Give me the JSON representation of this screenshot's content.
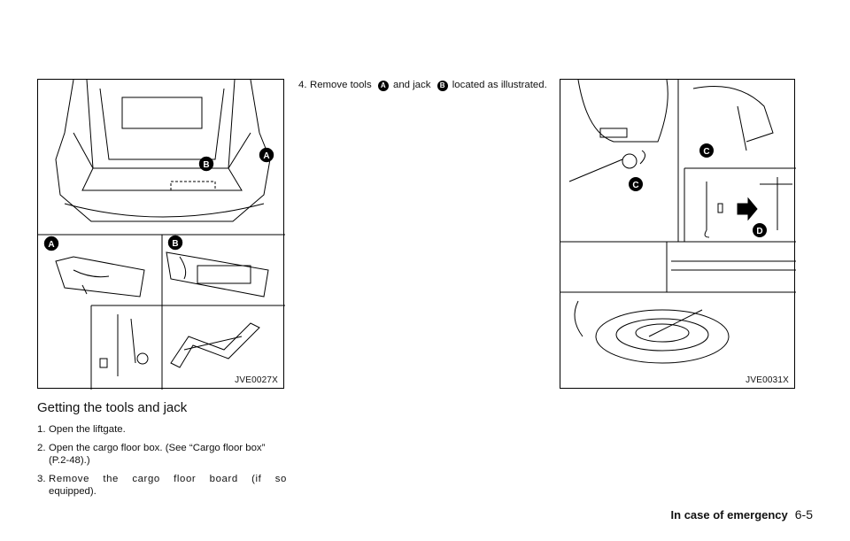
{
  "figures": {
    "left": {
      "code": "JVE0027X",
      "callouts": [
        "A",
        "B",
        "A",
        "B"
      ]
    },
    "right": {
      "code": "JVE0031X",
      "callouts": [
        "C",
        "C",
        "D"
      ]
    }
  },
  "section_heading": "Getting the tools and jack",
  "steps": [
    {
      "num": "1.",
      "text": "Open the liftgate."
    },
    {
      "num": "2.",
      "text": "Open the cargo floor box. (See “Cargo floor box” (P.2-48).)"
    },
    {
      "num": "3.",
      "line1": "Remove the cargo floor board (if so",
      "line2": "equipped)."
    }
  ],
  "step4": {
    "num": "4.",
    "part1": "Remove tools",
    "badge1": "A",
    "part2": "and jack",
    "badge2": "B",
    "part3": "located as illustrated."
  },
  "footer": {
    "section": "In case of emergency",
    "page": "6-5"
  }
}
